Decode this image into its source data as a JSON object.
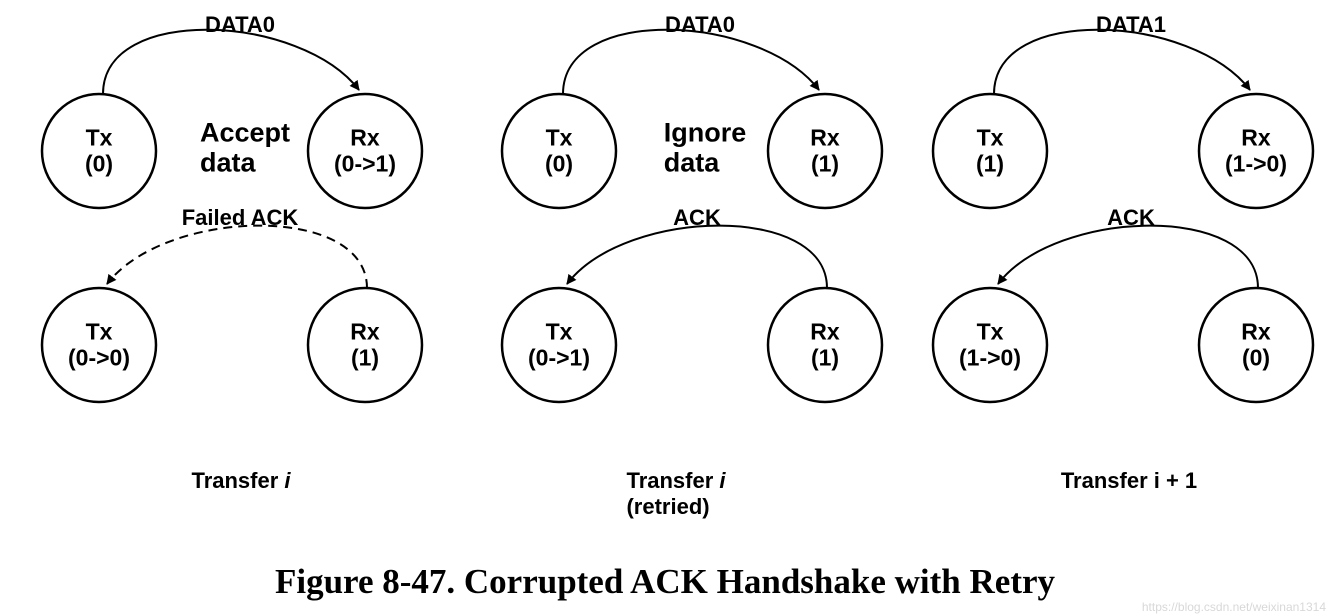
{
  "panels": [
    {
      "top_label": "DATA0",
      "bottom_label": "Failed ACK",
      "side_note": [
        "Accept",
        "data"
      ],
      "top_tx": [
        "Tx",
        "(0)"
      ],
      "top_rx": [
        "Rx",
        "(0->1)"
      ],
      "bottom_tx": [
        "Tx",
        "(0->0)"
      ],
      "bottom_rx": [
        "Rx",
        "(1)"
      ],
      "bottom_edge_style": "dashed",
      "caption": {
        "prefix": "Transfer ",
        "italic": "i",
        "line2": ""
      }
    },
    {
      "top_label": "DATA0",
      "bottom_label": "ACK",
      "side_note": [
        "Ignore",
        "data"
      ],
      "top_tx": [
        "Tx",
        "(0)"
      ],
      "top_rx": [
        "Rx",
        "(1)"
      ],
      "bottom_tx": [
        "Tx",
        "(0->1)"
      ],
      "bottom_rx": [
        "Rx",
        "(1)"
      ],
      "bottom_edge_style": "solid",
      "caption": {
        "prefix": "Transfer ",
        "italic": "i",
        "line2": "(retried)"
      }
    },
    {
      "top_label": "DATA1",
      "bottom_label": "ACK",
      "side_note": [
        "",
        ""
      ],
      "top_tx": [
        "Tx",
        "(1)"
      ],
      "top_rx": [
        "Rx",
        "(1->0)"
      ],
      "bottom_tx": [
        "Tx",
        "(1->0)"
      ],
      "bottom_rx": [
        "Rx",
        "(0)"
      ],
      "bottom_edge_style": "solid",
      "caption": {
        "prefix": "Transfer i + 1",
        "italic": "",
        "line2": ""
      }
    }
  ],
  "figure_title": "Figure 8-47.  Corrupted ACK Handshake with Retry",
  "watermark": "https://blog.csdn.net/weixinan1314"
}
